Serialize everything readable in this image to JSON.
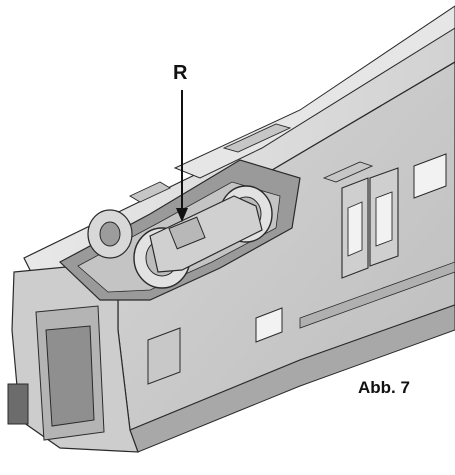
{
  "figure": {
    "callout_label": "R",
    "caption": "Abb. 7"
  },
  "colors": {
    "line": "#2a2a2a",
    "body_light": "#e4e4e4",
    "body_mid": "#cfcfcf",
    "body_dark": "#9a9a9a",
    "roof": "#dcdcdc"
  },
  "icons": [
    "railcar-illustration",
    "bogie-wheel",
    "arrow-down"
  ]
}
